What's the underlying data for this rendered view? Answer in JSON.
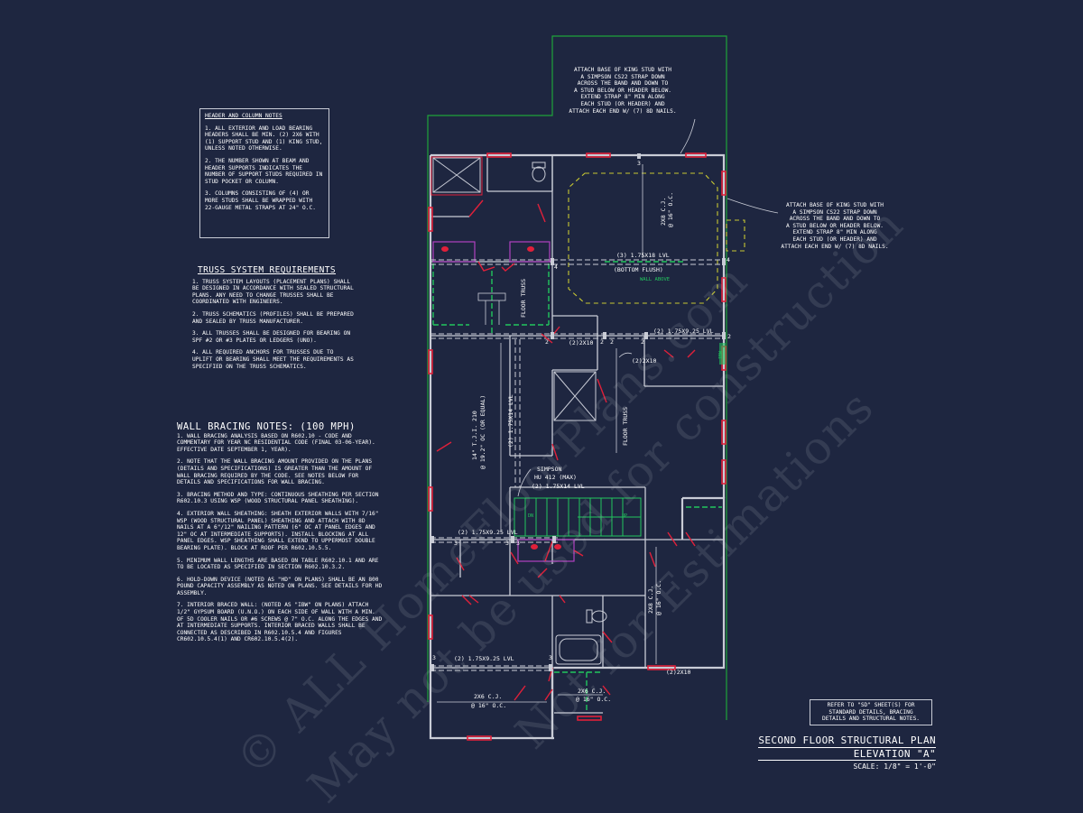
{
  "header_notes": {
    "title": "HEADER AND COLUMN NOTES",
    "items": [
      "1. ALL EXTERIOR AND LOAD BEARING HEADERS SHALL BE MIN. (2) 2x6 WITH (1) SUPPORT STUD AND (1) KING STUD, UNLESS NOTED OTHERWISE.",
      "2. THE NUMBER SHOWN AT BEAM AND HEADER SUPPORTS INDICATES THE NUMBER OF SUPPORT STUDS REQUIRED IN STUD POCKET OR COLUMN.",
      "3. COLUMNS CONSISTING OF (4) OR MORE STUDS SHALL BE WRAPPED WITH 22-GAUGE METAL STRAPS AT 24\" O.C."
    ]
  },
  "truss_notes": {
    "title": "TRUSS SYSTEM REQUIREMENTS",
    "items": [
      "1. TRUSS SYSTEM LAYOUTS (PLACEMENT PLANS) SHALL BE DESIGNED IN ACCORDANCE WITH SEALED STRUCTURAL PLANS. ANY NEED TO CHANGE TRUSSES SHALL BE COORDINATED WITH ENGINEERS.",
      "2. TRUSS SCHEMATICS (PROFILES) SHALL BE PREPARED AND SEALED BY TRUSS MANUFACTURER.",
      "3. ALL TRUSSES SHALL BE DESIGNED FOR BEARING ON SPF #2 OR #3 PLATES OR LEDGERS (UNO).",
      "4. ALL REQUIRED ANCHORS FOR TRUSSES DUE TO UPLIFT OR BEARING SHALL MEET THE REQUIREMENTS AS SPECIFIED ON THE TRUSS SCHEMATICS."
    ]
  },
  "bracing_notes": {
    "title": "WALL BRACING NOTES: (100 MPH)",
    "items": [
      "1. WALL BRACING ANALYSIS BASED ON R602.10 - CODE AND COMMENTARY FOR YEAR NC RESIDENTIAL CODE (FINAL 03-06-YEAR). EFFECTIVE DATE SEPTEMBER 1, YEAR).",
      "2. NOTE THAT THE WALL BRACING AMOUNT PROVIDED ON THE PLANS (DETAILS AND SPECIFICATIONS) IS GREATER THAN THE AMOUNT OF WALL BRACING REQUIRED BY THE CODE. SEE NOTES BELOW FOR DETAILS AND SPECIFICATIONS FOR WALL BRACING.",
      "3. BRACING METHOD AND TYPE: CONTINUOUS SHEATHING PER SECTION R602.10.3 USING WSP (WOOD STRUCTURAL PANEL SHEATHING).",
      "4. EXTERIOR WALL SHEATHING: SHEATH EXTERIOR WALLS WITH 7/16\" WSP (WOOD STRUCTURAL PANEL) SHEATHING AND ATTACH WITH 8d NAILS AT A 6\"/12\" NAILING PATTERN (6\" OC AT PANEL EDGES AND 12\" OC AT INTERMEDIATE SUPPORTS). INSTALL BLOCKING AT ALL PANEL EDGES. WSP SHEATHING SHALL EXTEND TO UPPERMOST DOUBLE BEARING PLATE). BLOCK AT ROOF PER R602.10.5.5.",
      "5. MINIMUM WALL LENGTHS ARE BASED ON TABLE R602.10.1 AND ARE TO BE LOCATED AS SPECIFIED IN SECTION R602.10.3.2.",
      "6. HOLD-DOWN DEVICE (NOTED AS \"HD\" ON PLANS) SHALL BE AN 800 POUND CAPACITY ASSEMBLY AS NOTED ON PLANS. SEE DETAILS FOR HD ASSEMBLY.",
      "7. INTERIOR BRACED WALL: (NOTED AS \"IBW\" ON PLANS) ATTACH 1/2\" GYPSUM BOARD (U.N.O.) ON EACH SIDE OF WALL WITH A MIN. OF 5d COOLER NAILS OR #6 SCREWS @ 7\" O.C. ALONG THE EDGES AND AT INTERMEDIATE SUPPORTS. INTERIOR BRACED WALLS SHALL BE CONNECTED AS DESCRIBED IN R602.10.5.4 AND FIGURES CR602.10.5.4(1) AND CR602.10.5.4(2)."
    ]
  },
  "callouts": {
    "strap_top": "ATTACH BASE OF KING STUD WITH\nA SIMPSON CS22 STRAP DOWN\nACROSS THE BAND AND DOWN TO\nA STUD BELOW OR HEADER BELOW.\nEXTEND STRAP 8\" MIN ALONG\nEACH STUD (OR HEADER) AND\nATTACH EACH END W/ (7) 8d NAILS.",
    "strap_right": "ATTACH BASE OF KING STUD WITH\nA SIMPSON CS22 STRAP DOWN\nACROSS THE BAND AND DOWN TO\nA STUD BELOW OR HEADER BELOW.\nEXTEND STRAP 8\" MIN ALONG\nEACH STUD (OR HEADER) AND\nATTACH EACH END W/ (7) 8d NAILS.",
    "refer_sd": "REFER TO \"SD\" SHEET(S) FOR\nSTANDARD DETAILS, BRACING\nDETAILS AND STRUCTURAL NOTES."
  },
  "plan_labels": {
    "lvl_1": "(3) 1.75x18 LVL",
    "bottom_flush": "(BOTTOM FLUSH)",
    "wall_above": "WALL ABOVE",
    "cj_top_1": "2x8 C.J.",
    "cj_top_2": "@ 16\" O.C.",
    "floor_truss_1": "FLOOR TRUSS",
    "floor_truss_2": "FLOOR TRUSS",
    "tji_1": "14\" T.J.I. 210",
    "tji_2": "@ 19.2\" OC (OR EQUAL)",
    "lvl_center": "(2) 1.75x14 LVL",
    "h_2x10_a": "(2)2x10",
    "lvl_right": "(2) 1.75x9.25 LVL",
    "h_2x10_b": "(2)2x10",
    "simpson_1": "SIMPSON",
    "simpson_2": "HU 412 (MAX)",
    "lvl_stair": "(2) 1.75x14 LVL",
    "lvl_mid_left": "(2) 1.75x9.25 LVL",
    "cj_right_1": "2x8 C.J.",
    "cj_right_2": "@ 16\" O.C.",
    "lvl_bottom": "(2) 1.75x9.25 LVL",
    "h_2x10_c": "(2)2x10",
    "cj_bl_1": "2x6 C.J.",
    "cj_bl_2": "@ 16\" O.C.",
    "cj_bc_1": "2x6 C.J.",
    "cj_bc_2": "@ 16\" O.C.",
    "dn": "DN",
    "up": "UP",
    "sup_2a": "2",
    "sup_2b": "2",
    "sup_2c": "2",
    "sup_2d": "2",
    "sup_2e": "2",
    "sup_3a": "3",
    "sup_3b": "3",
    "sup_3c": "3",
    "sup_3d": "3",
    "sup_3e": "3",
    "sup_3f": "3",
    "sup_4a": "4",
    "sup_4b": "4",
    "ibw_label": "IBW"
  },
  "title_block": {
    "line1": "SECOND FLOOR STRUCTURAL PLAN",
    "line2": "ELEVATION \"A\"",
    "scale": "SCALE: 1/8\" = 1'-0\""
  },
  "watermarks": {
    "w1": "© ALL HomeFloorPlans.com",
    "w2": "May not be used for construction",
    "w3": "Not for Estimations"
  },
  "colors": {
    "background": "#1e2640",
    "wall": "#c9ccd6",
    "header_red": "#e0203a",
    "green": "#22c55e",
    "yellow_dash": "#c8c832",
    "magenta": "#b040c0"
  }
}
